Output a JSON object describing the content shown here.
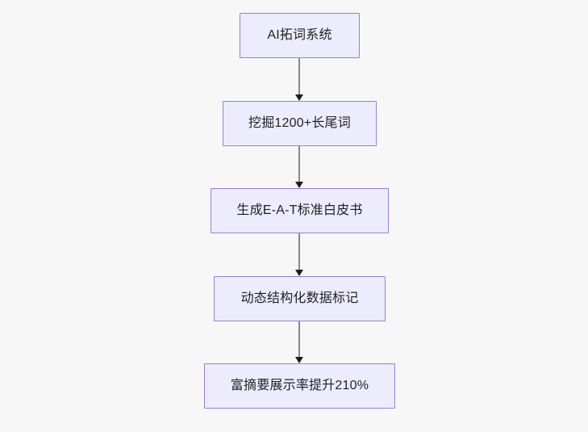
{
  "diagram": {
    "type": "flowchart",
    "direction": "top-to-bottom",
    "background_color": "#f7f7f7",
    "node_fill_color": "#ececfd",
    "node_border_color": "#9a7fd4",
    "node_text_color": "#1f2020",
    "edge_line_color": "#888888",
    "edge_arrow_color": "#1d1d1d",
    "nodes": [
      {
        "id": "node-1",
        "label": "AI拓词系统"
      },
      {
        "id": "node-2",
        "label": "挖掘1200+长尾词"
      },
      {
        "id": "node-3",
        "label": "生成E-A-T标准白皮书"
      },
      {
        "id": "node-4",
        "label": "动态结构化数据标记"
      },
      {
        "id": "node-5",
        "label": "富摘要展示率提升210%"
      }
    ],
    "edges": [
      {
        "id": "edge-1",
        "from": "node-1",
        "to": "node-2",
        "label": ""
      },
      {
        "id": "edge-2",
        "from": "node-2",
        "to": "node-3",
        "label": ""
      },
      {
        "id": "edge-3",
        "from": "node-3",
        "to": "node-4",
        "label": ""
      },
      {
        "id": "edge-4",
        "from": "node-4",
        "to": "node-5",
        "label": ""
      }
    ]
  }
}
